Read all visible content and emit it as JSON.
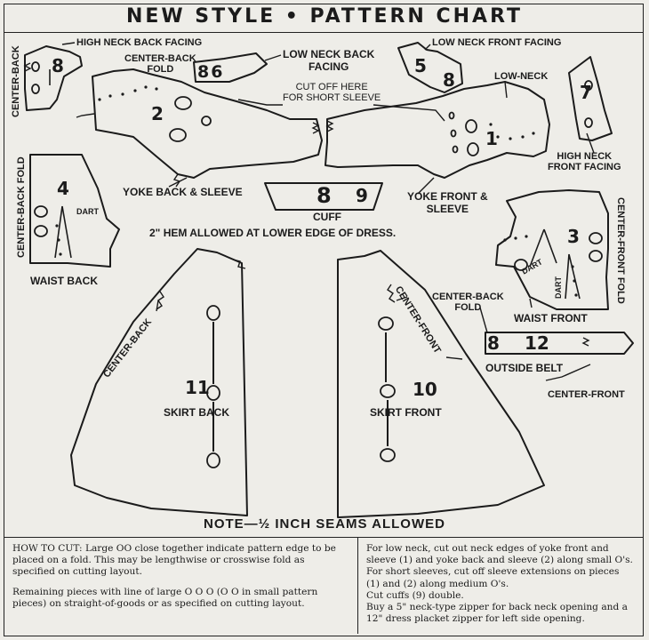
{
  "title": "NEW STYLE • PATTERN CHART",
  "labels": {
    "high_neck_back_facing": "HIGH NECK BACK FACING",
    "center_back_1": "CENTER-BACK",
    "center_back_fold_top": "CENTER-BACK\nFOLD",
    "low_neck_back_facing": "LOW NECK BACK\nFACING",
    "low_neck_front_facing": "LOW NECK FRONT FACING",
    "low_neck": "LOW-NECK",
    "cut_off_here": "CUT OFF HERE\nFOR SHORT SLEEVE",
    "high_neck_front_facing": "HIGH NECK\nFRONT FACING",
    "center_back_fold_left": "CENTER-BACK FOLD",
    "dart_left": "DART",
    "yoke_back_sleeve": "YOKE BACK & SLEEVE",
    "cuff": "CUFF",
    "yoke_front_sleeve": "YOKE FRONT &\nSLEEVE",
    "hem_allowed": "2\" HEM ALLOWED AT LOWER EDGE OF DRESS.",
    "waist_back": "WAIST BACK",
    "center_front_fold": "CENTER-FRONT FOLD",
    "dart_right_1": "DART",
    "dart_right_2": "DART",
    "waist_front": "WAIST FRONT",
    "center_back_skirt": "CENTER-BACK",
    "center_front_skirt": "CENTER-FRONT",
    "center_back_fold_belt": "CENTER-BACK\nFOLD",
    "outside_belt": "OUTSIDE BELT",
    "center_front_belt": "CENTER-FRONT",
    "skirt_back": "SKIRT BACK",
    "skirt_front": "SKIRT FRONT"
  },
  "piece_numbers": {
    "p8": "8",
    "p86": "86",
    "p5": "5",
    "p8b": "8",
    "p7": "7",
    "p2": "2",
    "p1": "1",
    "p4": "4",
    "p8c": "8",
    "p9": "9",
    "p3": "3",
    "p8d": "8",
    "p12": "12",
    "p11": "11",
    "p10": "10"
  },
  "note": "NOTE—½ INCH SEAMS ALLOWED",
  "instructions": {
    "left_p1": "HOW TO CUT: Large OO close together indicate pattern edge to be placed on a fold. This may be lengthwise or crosswise fold as specified on cutting layout.",
    "left_p2": "Remaining pieces with line of large O O O (O O in small pattern pieces) on straight-of-goods or as specified on cutting layout.",
    "right_p1": "For low neck, cut out neck edges of yoke front and sleeve (1) and yoke back and sleeve (2) along small O's.",
    "right_p2": "For short sleeves, cut off sleeve extensions on pieces (1) and (2) along medium O's.",
    "right_p3": "Cut cuffs (9) double.",
    "right_p4": "Buy a 5\" neck-type zipper for back neck opening and a 12\" dress placket zipper for left side opening."
  }
}
